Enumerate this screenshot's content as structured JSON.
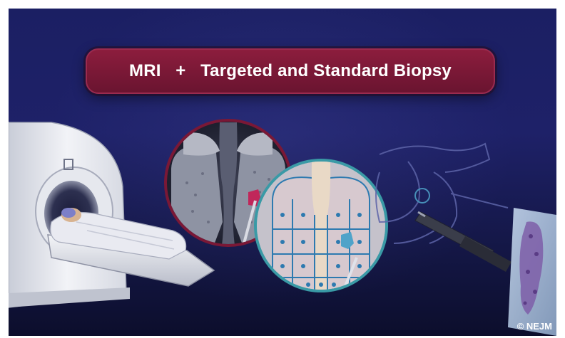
{
  "title": {
    "mri": "MRI",
    "plus": "+",
    "procedure": "Targeted and Standard Biopsy"
  },
  "credit": "© NEJM",
  "colors": {
    "background": "#1b1f63",
    "title_pill": "#7a1836",
    "title_border": "#9a2b4f",
    "mri_circle_border": "#7a1836",
    "biopsy_circle_border": "#3a9aa6",
    "lesion": "#c0275a",
    "grid_lines": "#2d7ab0"
  },
  "icons": [
    "mri-scanner-icon",
    "patient-on-table-icon",
    "mri-prostate-view-icon",
    "biopsy-grid-view-icon",
    "pelvic-anatomy-icon",
    "ultrasound-probe-icon",
    "tissue-sample-slide-icon"
  ]
}
